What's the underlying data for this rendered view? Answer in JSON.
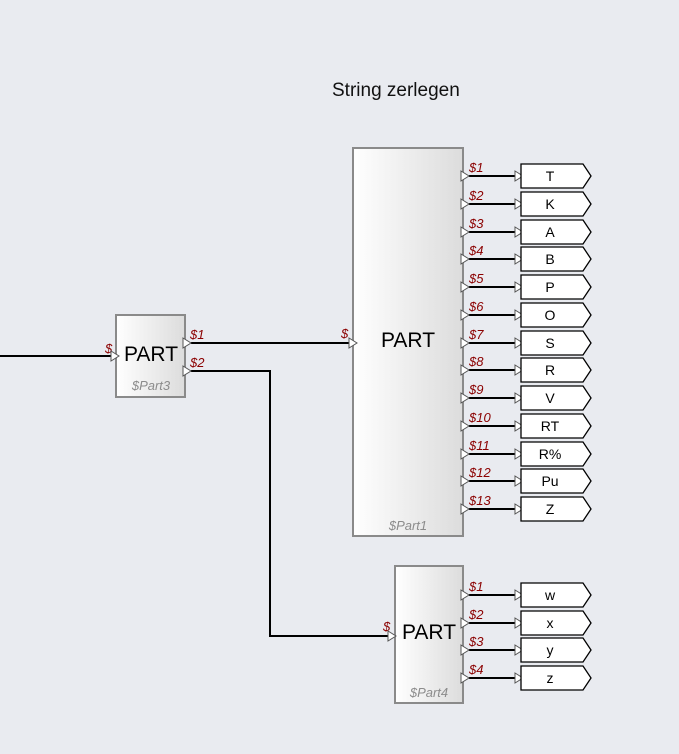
{
  "title": "String zerlegen",
  "blocks": {
    "part3": {
      "label": "PART",
      "name": "$Part3",
      "input_label": "$",
      "outputs": [
        "$1",
        "$2"
      ]
    },
    "part1": {
      "label": "PART",
      "name": "$Part1",
      "input_label": "$",
      "outputs": [
        "$1",
        "$2",
        "$3",
        "$4",
        "$5",
        "$6",
        "$7",
        "$8",
        "$9",
        "$10",
        "$11",
        "$12",
        "$13"
      ],
      "targets": [
        "T",
        "K",
        "A",
        "B",
        "P",
        "O",
        "S",
        "R",
        "V",
        "RT",
        "R%",
        "Pu",
        "Z"
      ]
    },
    "part4": {
      "label": "PART",
      "name": "$Part4",
      "input_label": "$",
      "outputs": [
        "$1",
        "$2",
        "$3",
        "$4"
      ],
      "targets": [
        "w",
        "x",
        "y",
        "z"
      ]
    }
  },
  "colors": {
    "background": "#e9ebf0",
    "pin_label": "#8b0000",
    "block_name": "#8c8c8c",
    "block_border": "#8a8a8a",
    "wire": "#000000"
  }
}
